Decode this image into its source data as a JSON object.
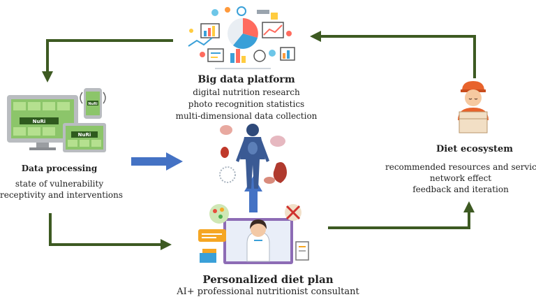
{
  "colors": {
    "green_arrow": "#3d5a22",
    "blue_arrow": "#4472c4",
    "screen_green": "#8cc56a",
    "bezel": "#b9bcc0"
  },
  "big_data": {
    "title": "Big data platform",
    "lines": [
      "digital nutrition research",
      "photo recognition statistics",
      "multi-dimensional data collection"
    ],
    "icon": "data-analytics-collage-icon"
  },
  "data_processing": {
    "title": "Data processing",
    "lines": [
      "state of vulnerability",
      "receptivity and interventions"
    ],
    "device_label": "NuRi",
    "icon": "devices-icon"
  },
  "diet_ecosystem": {
    "title": "Diet ecosystem",
    "lines": [
      "recommended resources and services",
      "network effect",
      "feedback and iteration"
    ],
    "icon": "delivery-person-icon"
  },
  "diet_plan": {
    "title": "Personalized diet plan",
    "subtitle": "AI+ professional nutritionist consultant",
    "icon": "nutritionist-screen-icon"
  },
  "center_figure": {
    "icon": "human-body-organs-icon"
  }
}
